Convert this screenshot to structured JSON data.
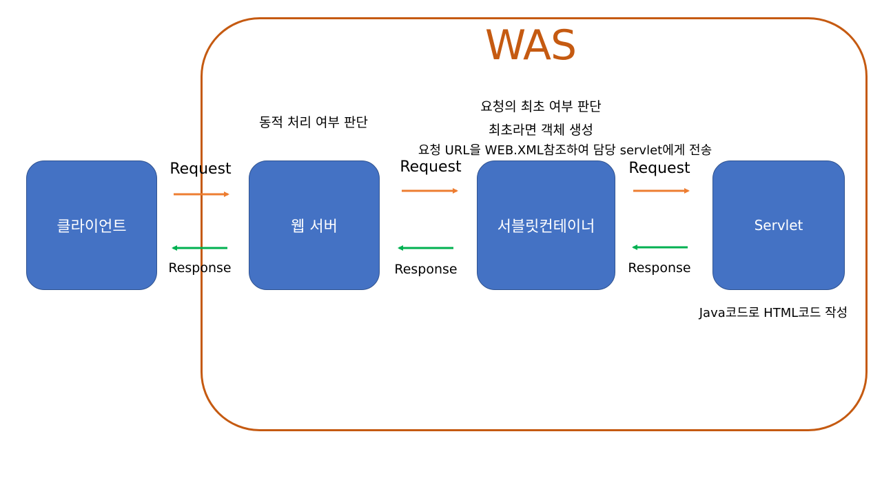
{
  "was": {
    "title": "WAS"
  },
  "nodes": {
    "client": "클라이언트",
    "web_server": "웹 서버",
    "servlet_container": "서블릿컨테이너",
    "servlet": "Servlet"
  },
  "flows": {
    "request_label": "Request",
    "response_label": "Response"
  },
  "notes": {
    "web_server": "동적 처리 여부 판단",
    "container_line1": "요청의 최초 여부 판단",
    "container_line2": "최초라면 객체 생성",
    "container_line3": "요청 URL을 WEB.XML참조하여 담당 servlet에게 전송",
    "servlet": "Java코드로 HTML코드 작성"
  },
  "colors": {
    "was_border": "#c55a11",
    "node_fill": "#4472c4",
    "request_arrow": "#ed7d31",
    "response_arrow": "#00b050"
  }
}
